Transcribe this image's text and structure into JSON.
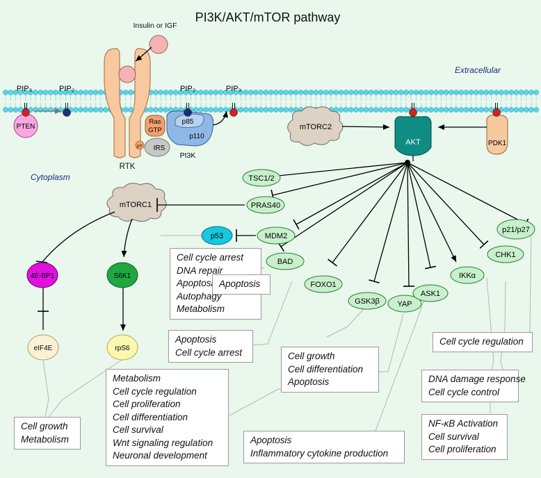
{
  "title": "PI3K/AKT/mTOR pathway",
  "labels": {
    "extracellular": "Extracellular",
    "cytoplasm": "Cytoplasm",
    "ligand": "Insulin or IGF",
    "rtk": "RTK",
    "pip3": "PIP₃",
    "pip2": "PIP₂"
  },
  "nodes": {
    "pten": "PTEN",
    "ras": "Ras",
    "gtp": "GTP",
    "py": "pY",
    "irs": "IRS",
    "p85": "p85",
    "p110": "p110",
    "pi3k": "PI3K",
    "mtorc2": "mTORC2",
    "akt": "AKT",
    "pdk1": "PDK1",
    "mtorc1": "mTORC1",
    "tsc": "TSC1/2",
    "pras40": "PRAS40",
    "mdm2": "MDM2",
    "p53": "p53",
    "bad": "BAD",
    "foxo1": "FOXO1",
    "gsk3b": "GSK3β",
    "yap": "YAP",
    "ask1": "ASK1",
    "ikka": "IKKα",
    "chk1": "CHK1",
    "p21": "p21/p27",
    "ebp1": "4E-BP1",
    "s6k1": "S6K1",
    "eif4e": "eIF4E",
    "rps6": "rpS6"
  },
  "boxes": {
    "p53_effects": [
      "Cell cycle arrest",
      "DNA repair",
      "Apoptosis",
      "Autophagy",
      "Metabolism"
    ],
    "bad_effects": [
      "Apoptosis"
    ],
    "foxo_effects": [
      "Apoptosis",
      "Cell cycle arrest"
    ],
    "gsk_effects": [
      "Metabolism",
      "Cell cycle regulation",
      "Cell proliferation",
      "Cell differentiation",
      "Cell survival",
      "Wnt signaling regulation",
      "Neuronal development"
    ],
    "yap_effects": [
      "Cell growth",
      "Cell differentiation",
      "Apoptosis"
    ],
    "ask_effects": [
      "Apoptosis",
      "Inflammatory cytokine production"
    ],
    "p21_effects": [
      "Cell cycle regulation"
    ],
    "chk_effects": [
      "DNA damage response",
      "Cell cycle control"
    ],
    "ikk_effects": [
      "NF-κB Activation",
      "Cell survival",
      "Cell proliferation"
    ],
    "mtor_effects": [
      "Cell growth",
      "Metabolism"
    ]
  },
  "colors": {
    "background": "#e9f7ec",
    "membrane": "#5ed3e6",
    "rtk": "#f8c9a0",
    "ligand": "#f4b4b2",
    "phosphate": "#d42020",
    "node_green": "#c8f0cc",
    "akt": "#0f8c83",
    "p53": "#16c9de",
    "ebp1": "#e010e0",
    "s6k1": "#1ea83f",
    "pdk1": "#f7c79e",
    "pi3k": "#8fb8e6",
    "mtorc": "#ddd2c4",
    "pten": "#f7a8e0",
    "ras": "#f2a070",
    "irs": "#c8c8c8"
  }
}
